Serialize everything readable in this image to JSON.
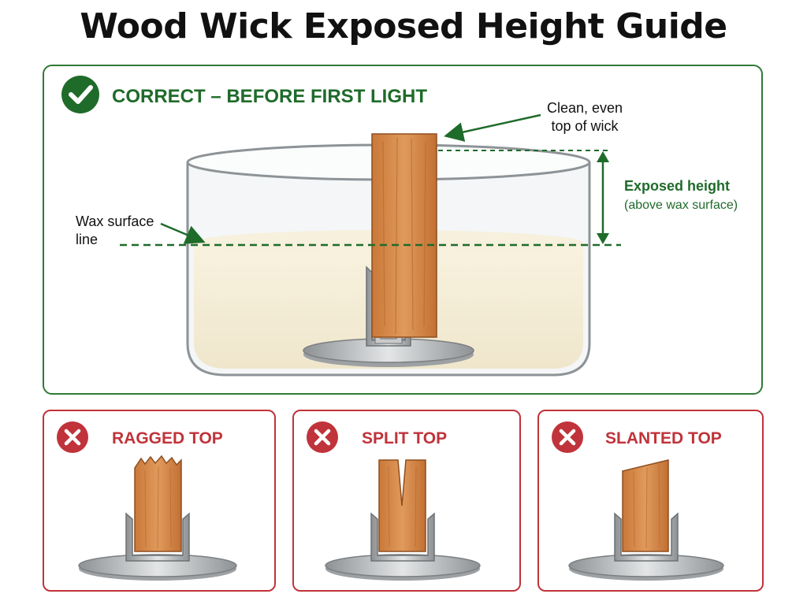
{
  "title": "Wood Wick Exposed Height Guide",
  "colors": {
    "green": "#1f6b2a",
    "green_border": "#2f7a34",
    "red": "#c0333a",
    "wood": "#d98a4b",
    "wood_dark": "#b8652c",
    "metal": "#b9bcbe",
    "wax": "#f6f0dd"
  },
  "correct_panel": {
    "icon": "check-icon",
    "heading": "CORRECT – BEFORE FIRST LIGHT",
    "callout_top_line1": "Clean, even",
    "callout_top_line2": "top of wick",
    "callout_height_line1": "Exposed height",
    "callout_height_line2": "(above wax surface)",
    "callout_wax_line1": "Wax surface",
    "callout_wax_line2": "line"
  },
  "incorrect_panels": [
    {
      "icon": "x-icon",
      "heading": "RAGGED TOP"
    },
    {
      "icon": "x-icon",
      "heading": "SPLIT TOP"
    },
    {
      "icon": "x-icon",
      "heading": "SLANTED TOP"
    }
  ]
}
